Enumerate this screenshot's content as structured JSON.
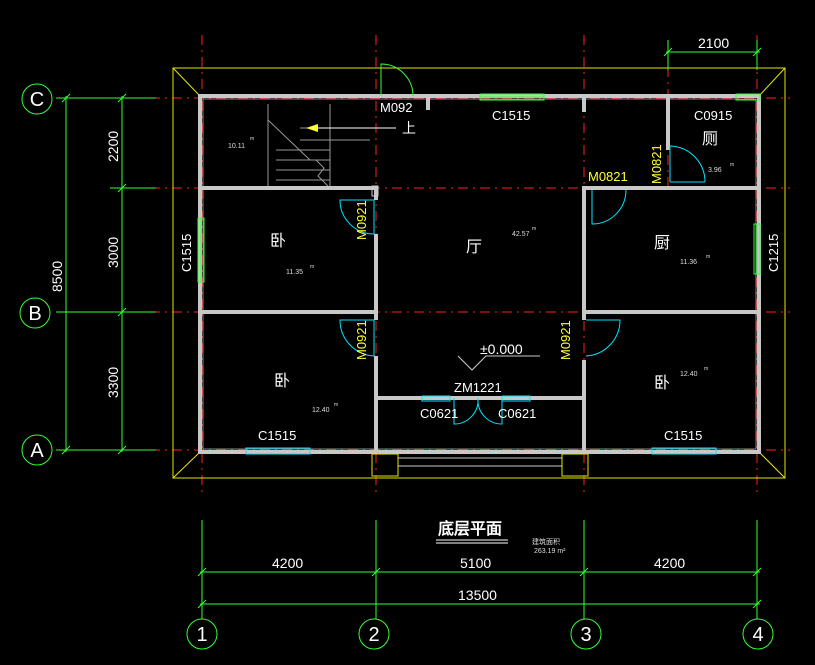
{
  "title": "底层平面",
  "area_note": {
    "label": "建筑面积",
    "value": "263.19 m²"
  },
  "axes": {
    "vertical": [
      "1",
      "2",
      "3",
      "4"
    ],
    "horizontal": [
      "A",
      "B",
      "C"
    ]
  },
  "dimensions": {
    "bottom_segments": [
      "4200",
      "5100",
      "4200"
    ],
    "bottom_total": "13500",
    "left_segments": [
      "2200",
      "3000",
      "3300"
    ],
    "left_total": "8500",
    "top": "2100"
  },
  "rooms": {
    "stair_area": "10.11",
    "stair_up": "上",
    "hall": "厅",
    "hall_area": "42.57",
    "bed_upper_left": "卧",
    "bed_upper_left_area": "11.35",
    "bed_lower_left": "卧",
    "bed_lower_left_area": "12.40",
    "bed_lower_right": "卧",
    "bed_lower_right_area": "12.40",
    "kitchen": "厨",
    "kitchen_area": "11.36",
    "toilet": "厕",
    "toilet_area": "3.96",
    "area_unit": "m²"
  },
  "openings": {
    "m092_top": "M092",
    "c1515_top": "C1515",
    "c0915": "C0915",
    "m0821_a": "M0821",
    "m0821_b": "M0821",
    "c1515_left": "C1515",
    "c1215_right": "C1215",
    "m0921_upper": "M0921",
    "m0921_lower_left": "M0921",
    "m0921_lower_right": "M0921",
    "zm1221": "ZM1221",
    "c0621_left": "C0621",
    "c0621_right": "C0621",
    "c1515_bottom_left": "C1515",
    "c1515_bottom_right": "C1515"
  },
  "elevation": "±0.000"
}
